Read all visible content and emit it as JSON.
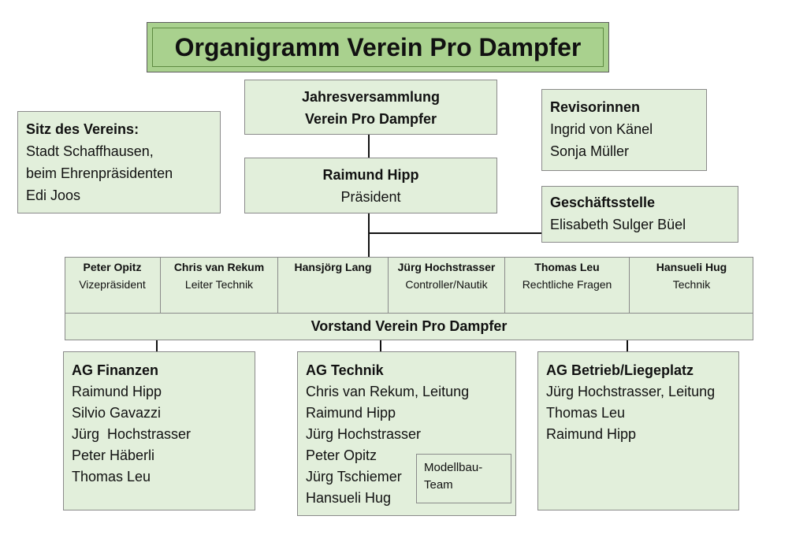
{
  "title": "Organigramm Verein Pro Dampfer",
  "jahresversammlung": {
    "line1": "Jahresversammlung",
    "line2": "Verein Pro Dampfer"
  },
  "praesident": {
    "name": "Raimund Hipp",
    "role": "Präsident"
  },
  "sitz": {
    "heading": "Sitz des Vereins:",
    "lines": [
      "Stadt Schaffhausen,",
      "beim Ehrenpräsidenten",
      "Edi Joos"
    ]
  },
  "revisorinnen": {
    "heading": "Revisorinnen",
    "lines": [
      "Ingrid von Känel",
      "Sonja Müller"
    ]
  },
  "geschaeftsstelle": {
    "heading": "Geschäftsstelle",
    "lines": [
      "Elisabeth Sulger Büel"
    ]
  },
  "vorstand": {
    "label": "Vorstand Verein Pro Dampfer",
    "members": [
      {
        "name": "Peter Opitz",
        "role": "Vizepräsident"
      },
      {
        "name": "Chris van Rekum",
        "role": "Leiter Technik"
      },
      {
        "name": "Hansjörg Lang",
        "role": ""
      },
      {
        "name": "Jürg Hochstrasser",
        "role": "Controller/Nautik"
      },
      {
        "name": "Thomas Leu",
        "role": "Rechtliche Fragen"
      },
      {
        "name": "Hansueli Hug",
        "role": "Technik"
      }
    ]
  },
  "ag_finanzen": {
    "heading": "AG Finanzen",
    "lines": [
      "Raimund Hipp",
      "Silvio Gavazzi",
      "Jürg  Hochstrasser",
      "Peter Häberli",
      "Thomas Leu"
    ]
  },
  "ag_technik": {
    "heading": "AG Technik",
    "lines": [
      "Chris van Rekum, Leitung",
      "Raimund Hipp",
      "Jürg Hochstrasser",
      "Peter Opitz",
      "Jürg Tschiemer",
      "Hansueli Hug"
    ],
    "modellbau": {
      "line1": "Modellbau-",
      "line2": "Team"
    }
  },
  "ag_betrieb": {
    "heading": "AG Betrieb/Liegeplatz",
    "lines": [
      "Jürg Hochstrasser, Leitung",
      "Thomas Leu",
      "Raimund Hipp"
    ]
  }
}
